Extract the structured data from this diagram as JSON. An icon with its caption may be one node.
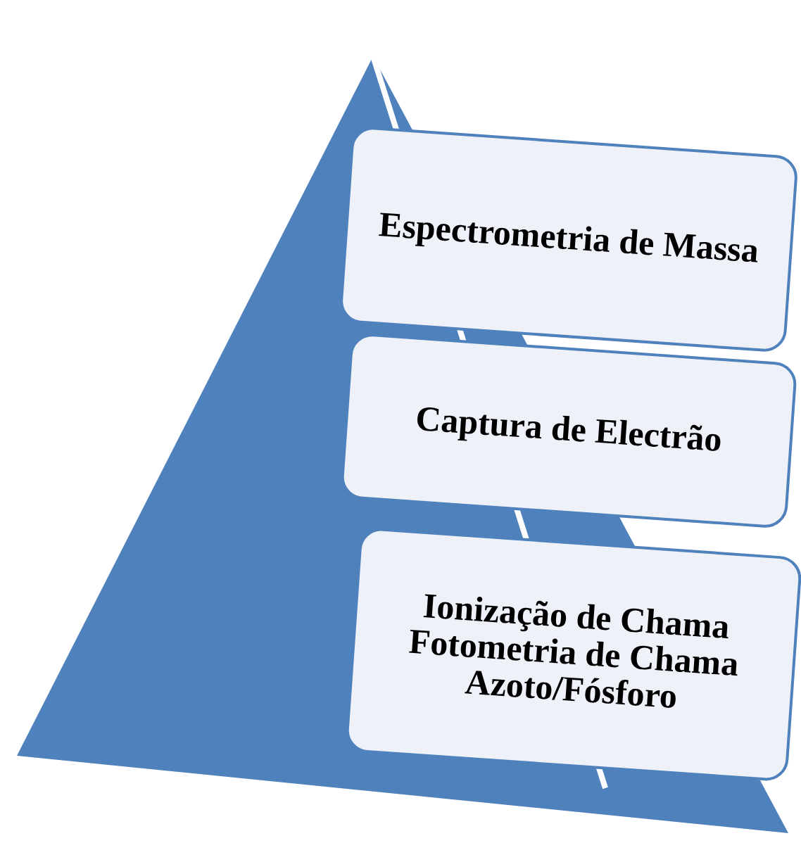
{
  "diagram": {
    "nodes": [
      {
        "text": [
          "Espectrometria de Massa"
        ]
      },
      {
        "text": [
          "Captura de Electrão"
        ]
      },
      {
        "text": [
          "Ionização de Chama",
          "Fotometria de Chama",
          "Azoto/Fósforo"
        ]
      }
    ]
  }
}
